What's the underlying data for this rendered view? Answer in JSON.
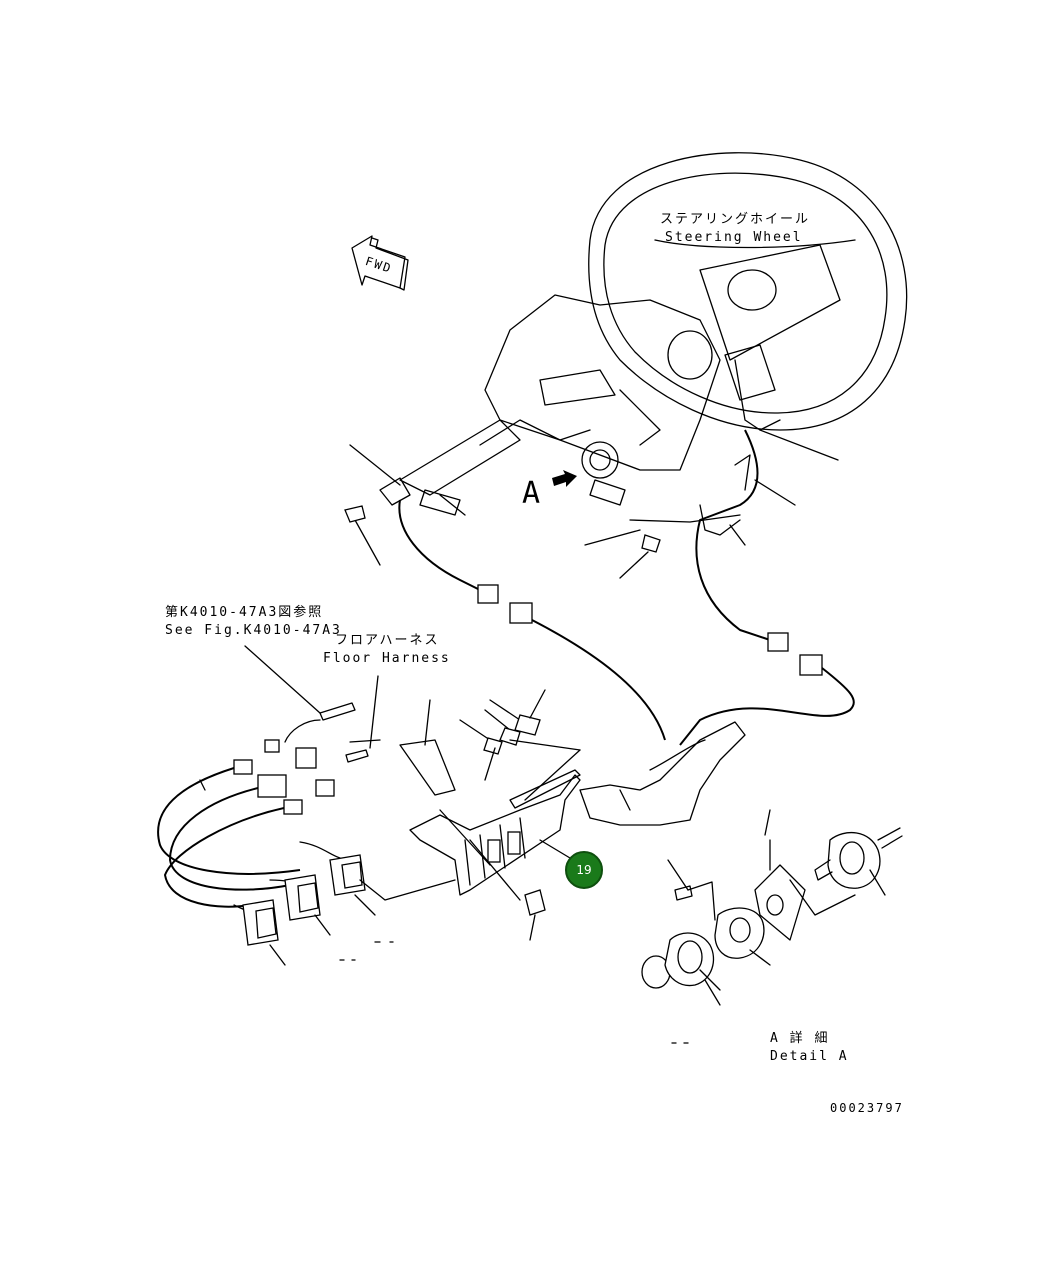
{
  "labels": {
    "steering_jp": "ステアリングホイール",
    "steering_en": "Steering Wheel",
    "fwd": "FWD",
    "view_a": "A",
    "see_fig_jp": "第K4010-47A3図参照",
    "see_fig_en": "See Fig.K4010-47A3",
    "floor_harness_jp": "フロアハーネス",
    "floor_harness_en": "Floor Harness",
    "detail_a_jp": "A 詳 細",
    "detail_a_en": "Detail A",
    "drawing_no": "00023797"
  },
  "callouts": [
    {
      "number": "19",
      "color": "#1a7a1a"
    }
  ],
  "icons": [
    "fwd-arrow-icon",
    "view-arrow-icon"
  ]
}
